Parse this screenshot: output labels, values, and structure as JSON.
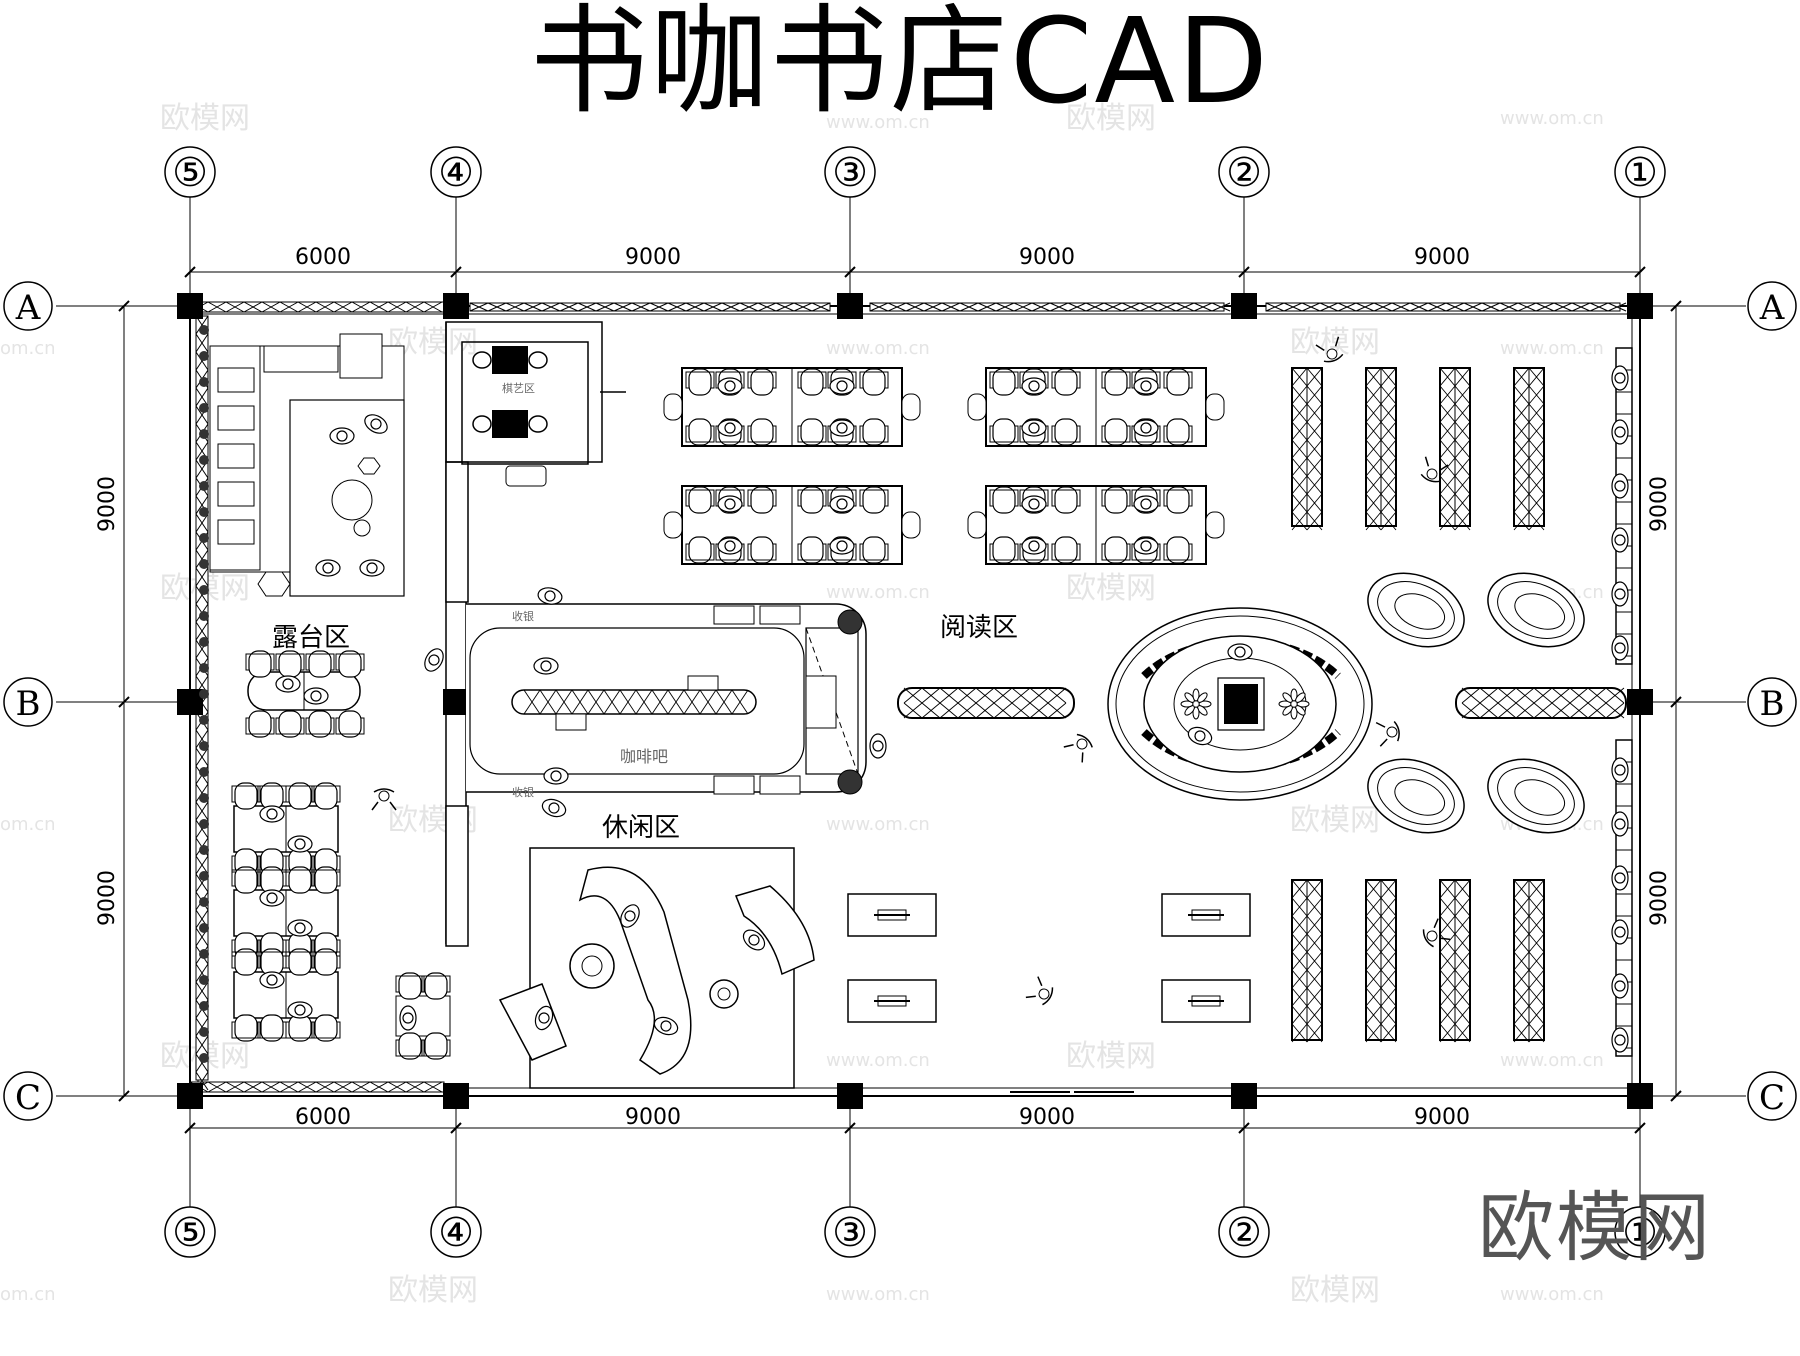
{
  "title": "书咖书店CAD",
  "columns": [
    "⑤",
    "④",
    "③",
    "②",
    "①"
  ],
  "rows": [
    "A",
    "B",
    "C"
  ],
  "dimensions": {
    "top": [
      "6000",
      "9000",
      "9000",
      "9000"
    ],
    "bottom": [
      "6000",
      "9000",
      "9000",
      "9000"
    ],
    "left": [
      "9000",
      "9000"
    ],
    "right": [
      "9000",
      "9000"
    ]
  },
  "zones": {
    "terrace": "露台区",
    "reading": "阅读区",
    "cafe": "咖啡吧",
    "leisure": "休闲区",
    "chess": "棋艺区"
  },
  "cashier": [
    "收银",
    "收银"
  ],
  "watermark": {
    "brand": "欧模网",
    "url": "www.om.cn",
    "url_short": "om.cn"
  },
  "logo": "欧模网"
}
